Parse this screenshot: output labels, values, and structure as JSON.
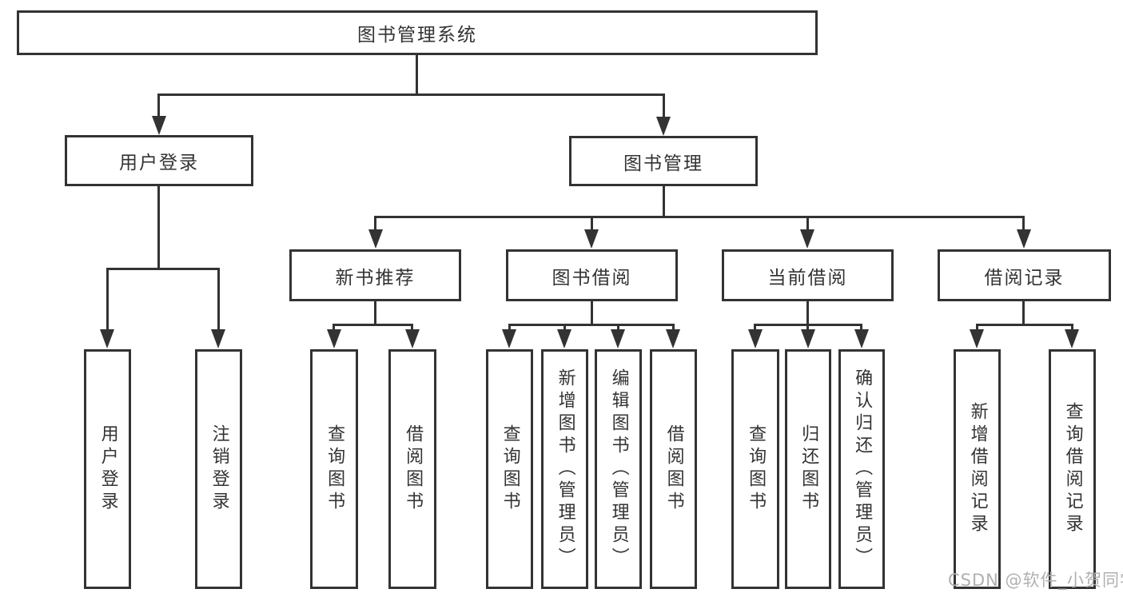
{
  "diagram": {
    "root_label": "图书管理系统",
    "branches": [
      {
        "label": "用户登录",
        "children": [
          "用户登录",
          "注销登录"
        ]
      },
      {
        "label": "图书管理",
        "sections": [
          {
            "label": "新书推荐",
            "children": [
              "查询图书",
              "借阅图书"
            ]
          },
          {
            "label": "图书借阅",
            "children": [
              "查询图书",
              "新增图书（管理员）",
              "编辑图书（管理员）",
              "借阅图书"
            ]
          },
          {
            "label": "当前借阅",
            "children": [
              "查询图书",
              "归还图书",
              "确认归还（管理员）"
            ]
          },
          {
            "label": "借阅记录",
            "children": [
              "新增借阅记录",
              "查询借阅记录"
            ]
          }
        ]
      }
    ]
  },
  "watermark": "CSDN @软件_小贺同学",
  "colors": {
    "line": "#333333",
    "text": "#333333",
    "background": "#ffffff",
    "watermark": "#b0b0b0"
  }
}
